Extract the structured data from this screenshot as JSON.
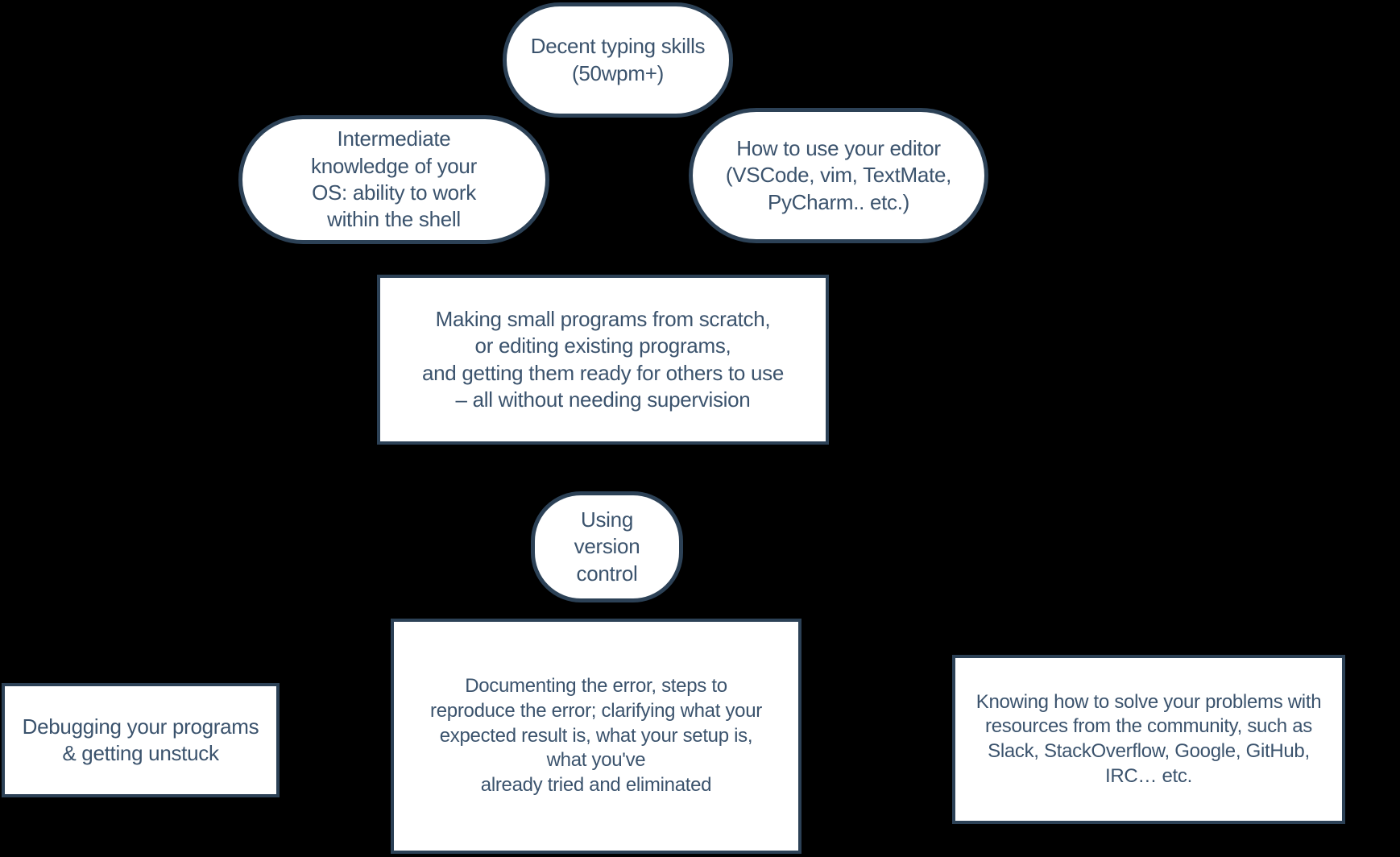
{
  "canvas": {
    "background": "#000000",
    "node_fill": "#ffffff",
    "node_border": "#2c4156",
    "text_color": "#3b536d"
  },
  "nodes": {
    "typing": {
      "label": "Decent typing skills\n(50wpm+)"
    },
    "os": {
      "label": "Intermediate\nknowledge of your\nOS: ability to work\nwithin the shell"
    },
    "editor": {
      "label": "How to use your editor\n(VSCode, vim, TextMate,\nPyCharm.. etc.)"
    },
    "programs": {
      "label": "Making small programs from scratch,\nor editing existing programs,\nand getting them ready for others to use\n– all without needing supervision"
    },
    "version_control": {
      "label": "Using\nversion\ncontrol"
    },
    "debugging": {
      "label": "Debugging your programs\n& getting unstuck"
    },
    "documenting": {
      "label": "Documenting the error, steps to\nreproduce the error; clarifying what your\nexpected result is, what your setup is,\nwhat you've\nalready tried and eliminated"
    },
    "community": {
      "label": "Knowing how to solve your problems with\nresources from the community, such as\nSlack, StackOverflow,  Google, GitHub,\nIRC… etc."
    }
  }
}
